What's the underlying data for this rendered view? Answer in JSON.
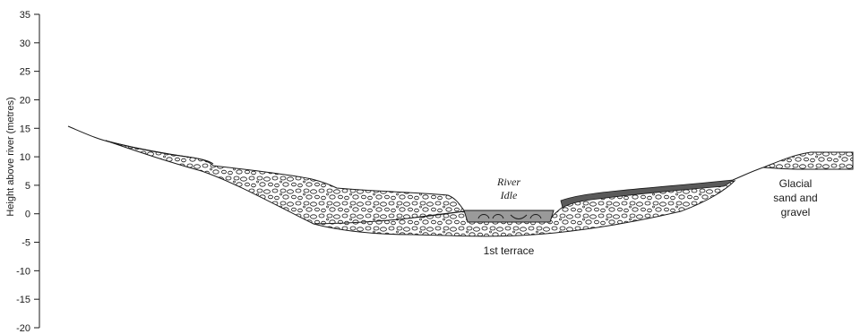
{
  "axis": {
    "title": "Height above river (metres)",
    "ticks": [
      35,
      30,
      25,
      20,
      15,
      10,
      5,
      0,
      -5,
      -10,
      -15,
      -20
    ],
    "ylim": [
      -20,
      35
    ]
  },
  "labels": {
    "river_line1": "River",
    "river_line2": "Idle",
    "terrace": "1st terrace",
    "glacial_line1": "Glacial",
    "glacial_line2": "sand and",
    "glacial_line3": "gravel"
  },
  "colors": {
    "line": "#1a1a1a",
    "gravel_fill": "#ffffff",
    "river_fill": "#9a9a9a",
    "dark_layer": "#5a5a5a"
  },
  "pattern": "gravel-pebbles"
}
